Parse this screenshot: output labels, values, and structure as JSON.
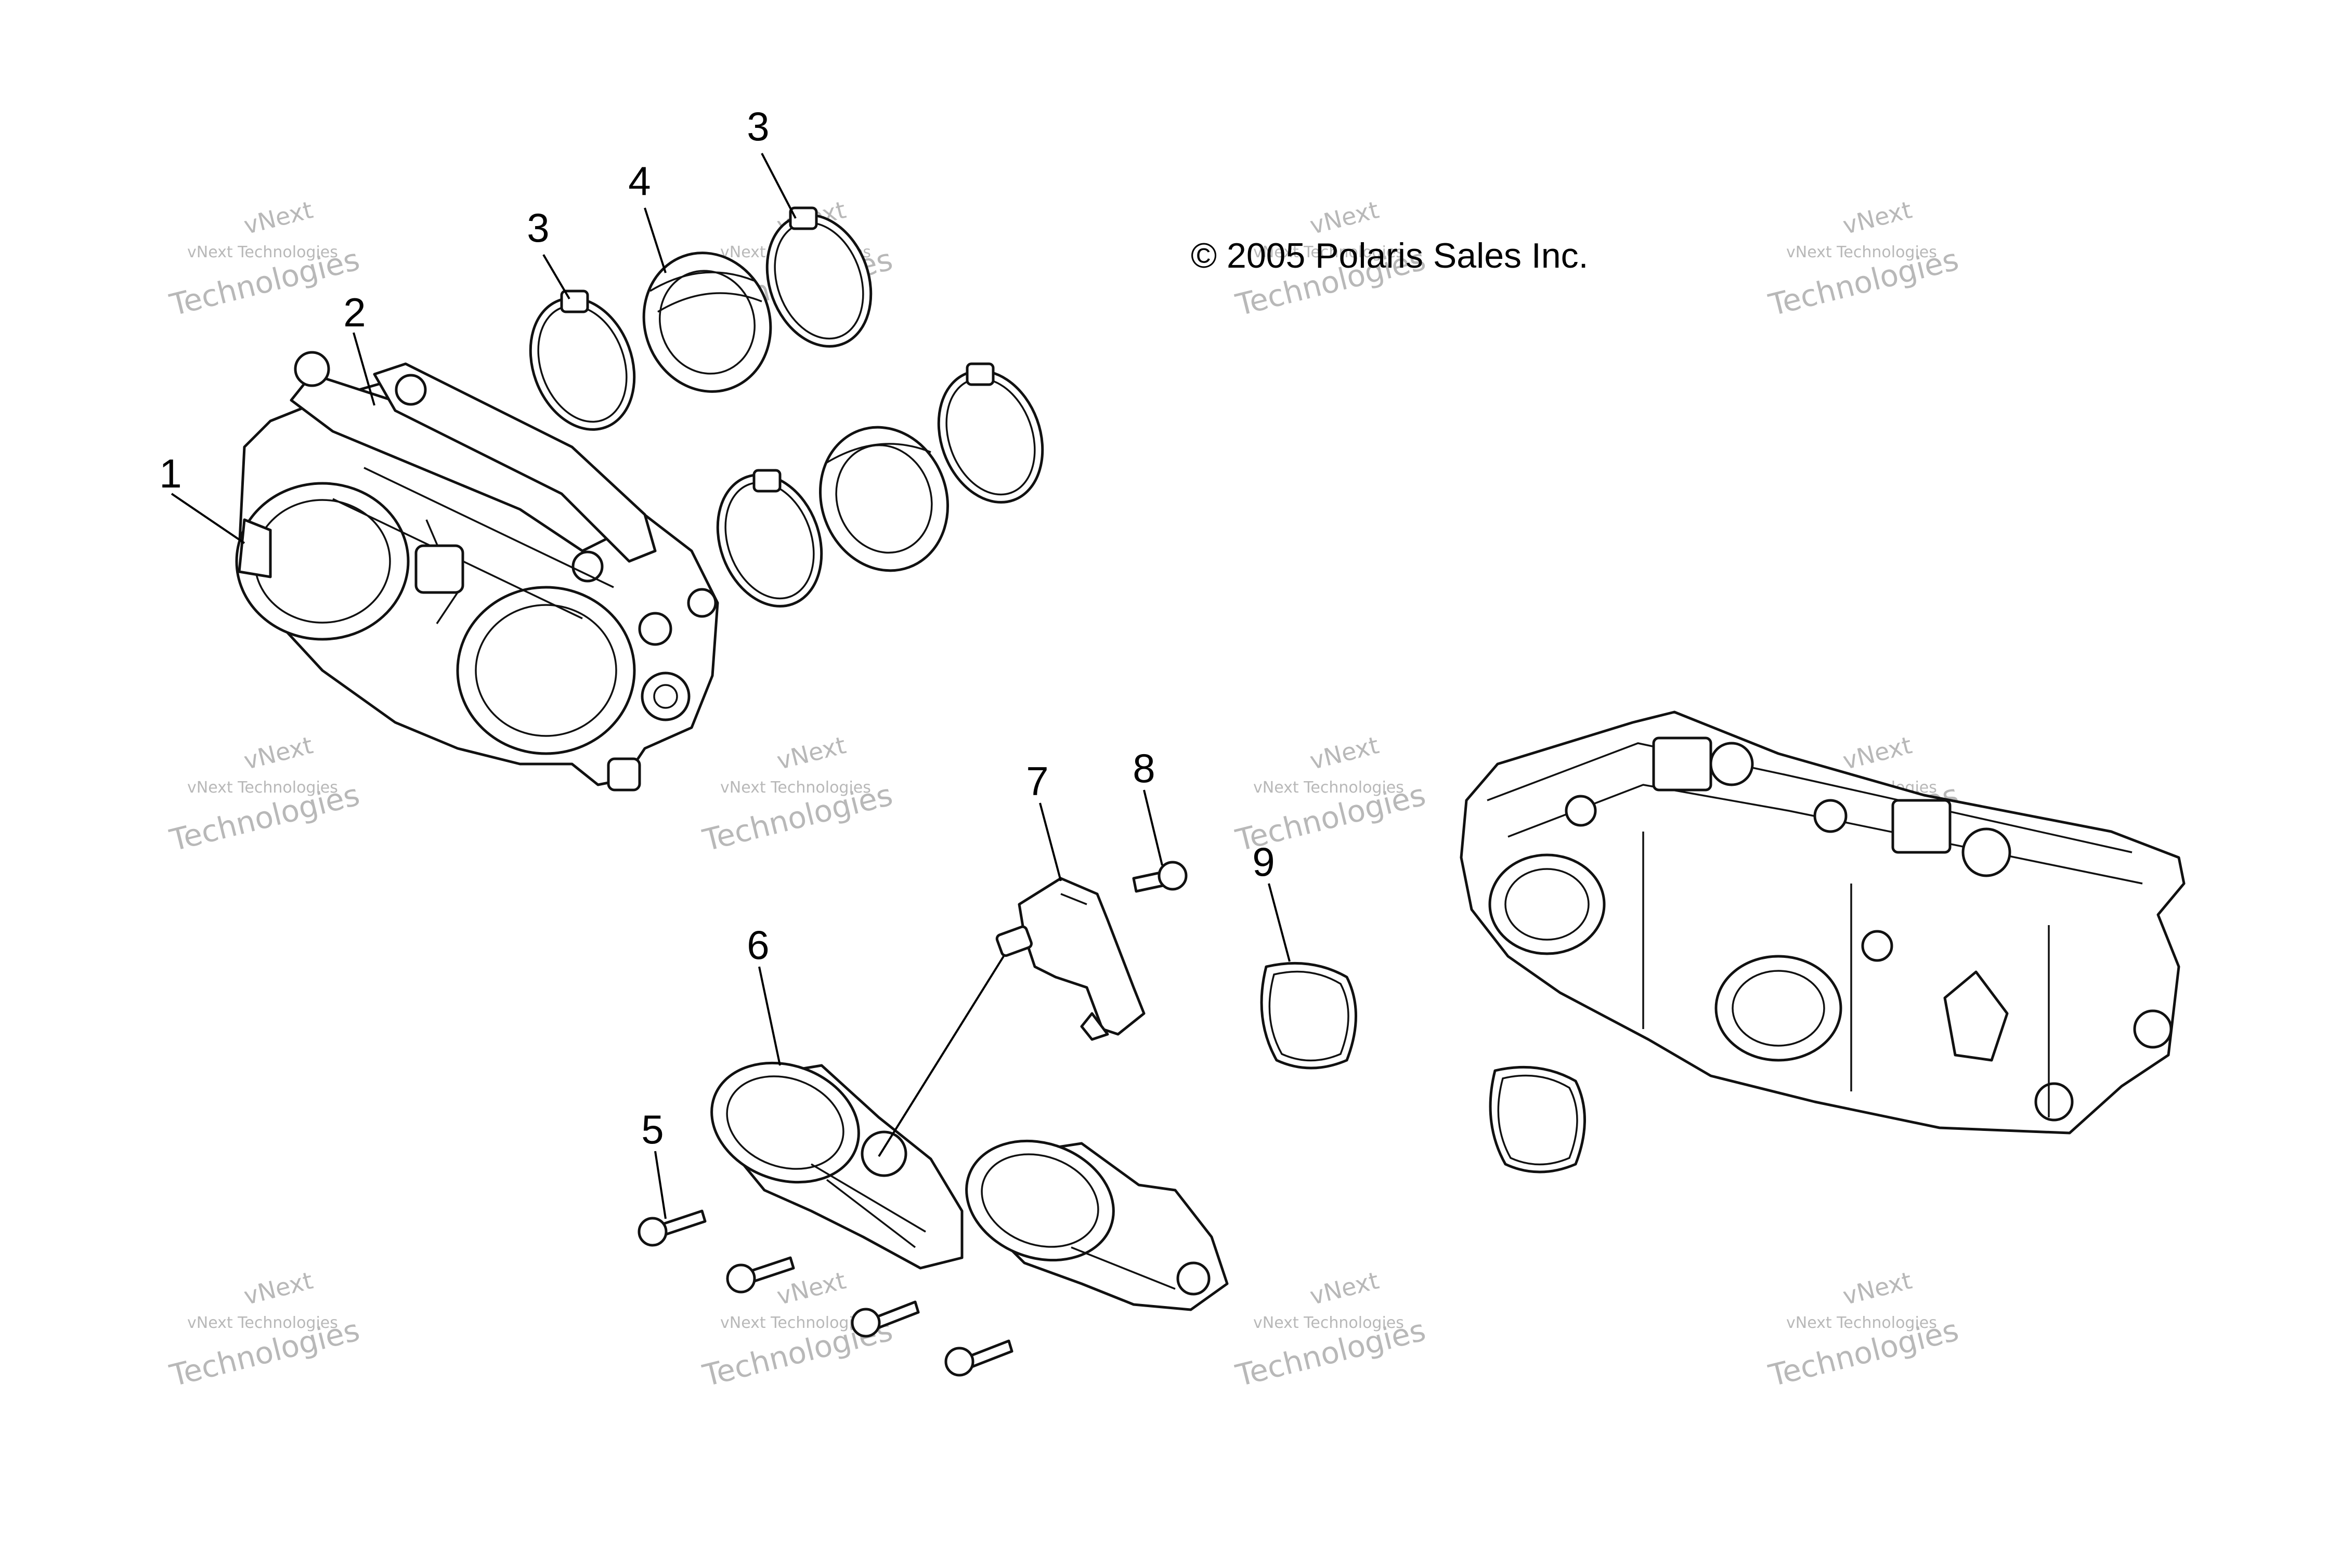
{
  "copyright": "© 2005 Polaris Sales Inc.",
  "watermark": {
    "line1": "vNext",
    "line2": "vNext Technologies",
    "line3": "Technologies",
    "color": "#b8b8b8"
  },
  "callouts": [
    {
      "id": "1",
      "label": "1"
    },
    {
      "id": "2",
      "label": "2"
    },
    {
      "id": "3a",
      "label": "3"
    },
    {
      "id": "3b",
      "label": "3"
    },
    {
      "id": "4",
      "label": "4"
    },
    {
      "id": "5",
      "label": "5"
    },
    {
      "id": "6",
      "label": "6"
    },
    {
      "id": "7",
      "label": "7"
    },
    {
      "id": "8",
      "label": "8"
    },
    {
      "id": "9",
      "label": "9"
    }
  ]
}
